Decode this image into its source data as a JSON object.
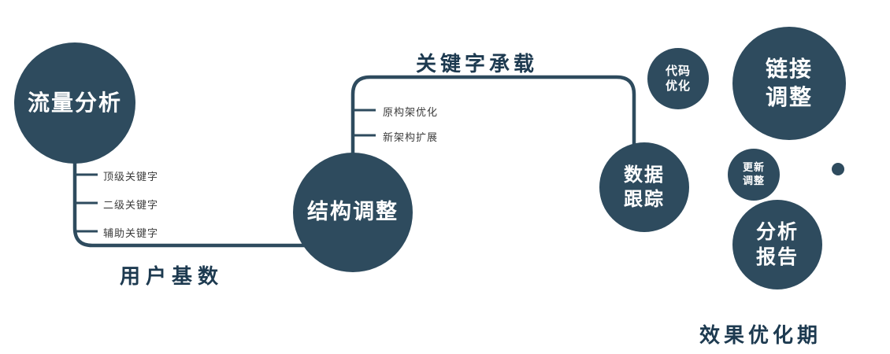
{
  "nodes": {
    "traffic_analysis": {
      "label": "流量分析"
    },
    "structure_adjustment": {
      "label": "结构调整"
    },
    "data_tracking": {
      "label": "数据\n跟踪"
    },
    "code_optimization": {
      "label": "代码\n优化"
    },
    "link_adjustment": {
      "label": "链接\n调整"
    },
    "update_adjustment": {
      "label": "更新\n调整"
    },
    "analysis_report": {
      "label": "分析\n报告"
    }
  },
  "edge_labels": {
    "user_base": "用户基数",
    "keyword_carrying": "关键字承载"
  },
  "branch_labels": {
    "traffic": [
      "顶级关键字",
      "二级关键字",
      "辅助关键字"
    ],
    "structure": [
      "原构架优化",
      "新架构扩展"
    ]
  },
  "caption": {
    "phase": "效果优化期"
  },
  "colors": {
    "node_fill": "#2e4b5e",
    "label_text": "#1d3a50",
    "tick_text": "#3c3c3c",
    "background": "#ffffff"
  }
}
